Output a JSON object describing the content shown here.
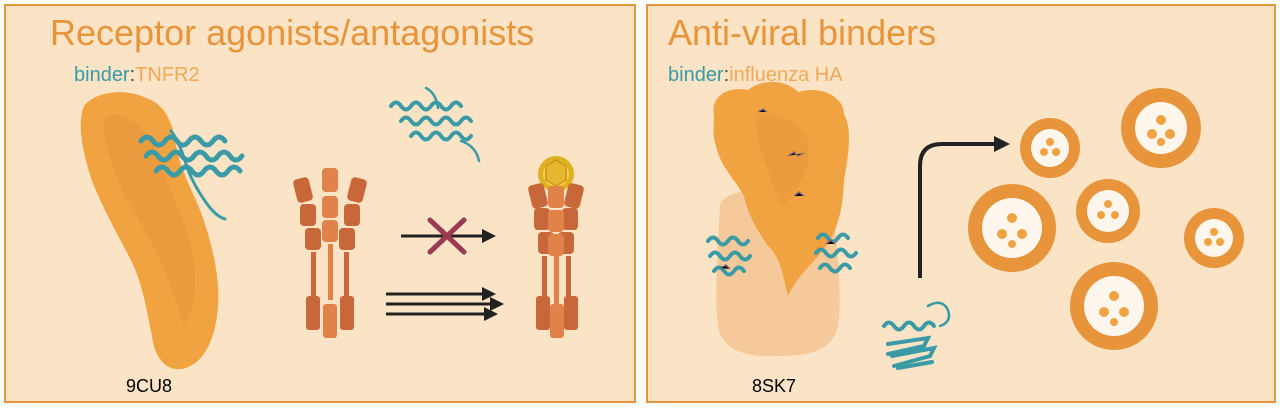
{
  "panels": {
    "left": {
      "title": "Receptor agonists/antagonists",
      "binder_label": "binder",
      "separator": ":",
      "target_label": "TNFR2",
      "pdb_id": "9CU8"
    },
    "right": {
      "title": "Anti-viral binders",
      "binder_label": "binder",
      "separator": ":",
      "target_label": "influenza HA",
      "pdb_id": "8SK7"
    }
  },
  "colors": {
    "panel_bg": "#fbe3c6",
    "border": "#e8943a",
    "protein_orange": "#f0a340",
    "helix_teal": "#3a9aa6",
    "receptor_brown": "#c8683a",
    "cross_mark": "#9b3b52",
    "light_peach": "#f5c99a"
  }
}
